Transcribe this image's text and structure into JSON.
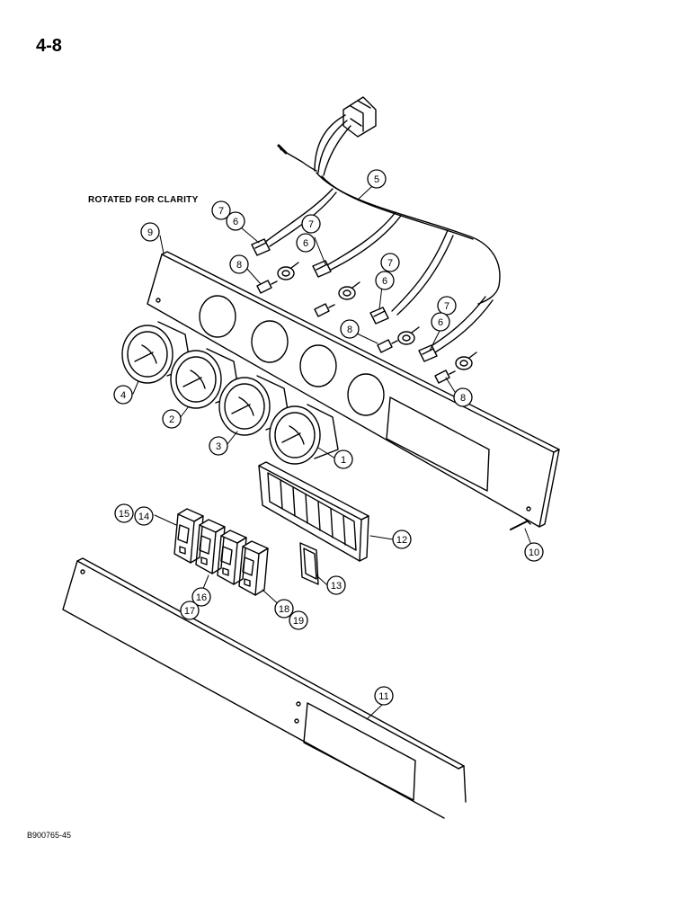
{
  "page_number": "4-8",
  "rotated_note": "ROTATED FOR CLARITY",
  "figure_code": "B900765-45",
  "callouts": [
    "1",
    "2",
    "3",
    "4",
    "5",
    "6",
    "7",
    "8",
    "9",
    "10",
    "11",
    "12",
    "13",
    "14",
    "15",
    "16",
    "17",
    "18",
    "19"
  ]
}
